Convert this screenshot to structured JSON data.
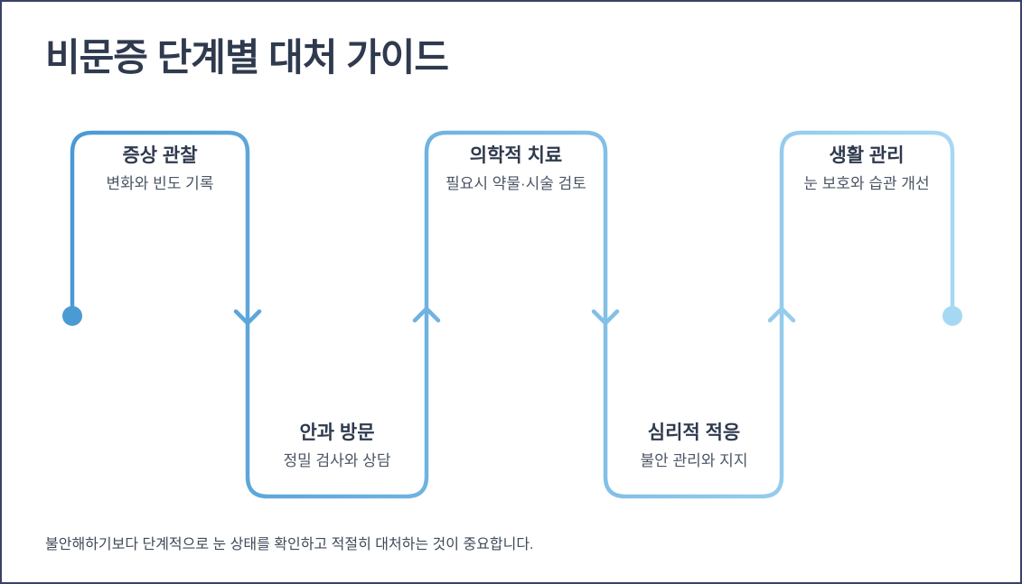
{
  "title": "비문증 단계별 대처 가이드",
  "steps": [
    {
      "title": "증상 관찰",
      "subtitle": "변화와 빈도 기록"
    },
    {
      "title": "안과 방문",
      "subtitle": "정밀 검사와 상담"
    },
    {
      "title": "의학적 치료",
      "subtitle": "필요시 약물·시술 검토"
    },
    {
      "title": "심리적 적응",
      "subtitle": "불안 관리와 지지"
    },
    {
      "title": "생활 관리",
      "subtitle": "눈 보호와 습관 개선"
    }
  ],
  "footer": "불안해하기보다 단계적으로 눈 상태를 확인하고 적절히 대처하는 것이 중요합니다.",
  "colors": {
    "path_gradient_start": "#4a9ad4",
    "path_gradient_end": "#a6d8f4",
    "border": "#3a4168",
    "heading_text": "#2f3a4e",
    "subtitle_text": "#4b5665",
    "footer_text": "#3e4a5a",
    "background": "#ffffff"
  }
}
